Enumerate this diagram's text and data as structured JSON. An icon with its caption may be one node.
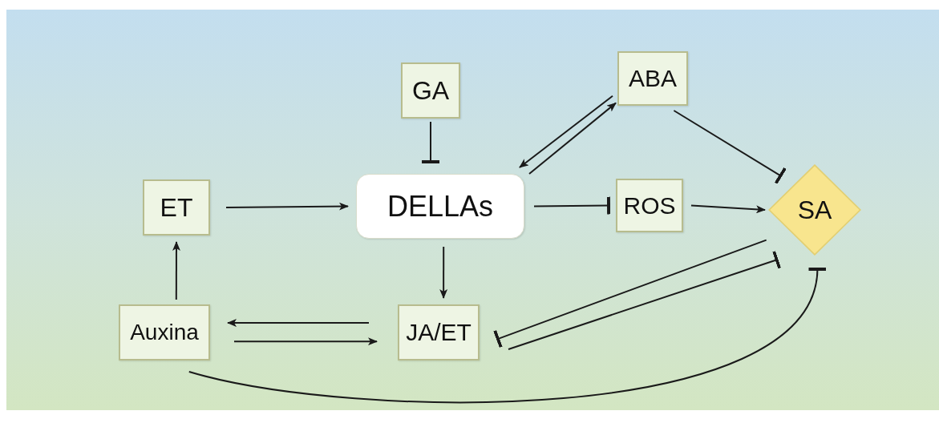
{
  "diagram": {
    "nodes": [
      {
        "text": [
          "GA"
        ]
      },
      {
        "text": [
          "ABA"
        ]
      },
      {
        "text": [
          "ET"
        ]
      },
      {
        "text": [
          "DELLAs"
        ]
      },
      {
        "text": [
          "ROS"
        ]
      },
      {
        "text": [
          "SA"
        ]
      },
      {
        "text": [
          "Auxina"
        ]
      },
      {
        "text": [
          "JA/ET"
        ]
      }
    ],
    "edges": [
      {
        "from": 0,
        "to": 3,
        "arrow": "other"
      },
      {
        "from": 1,
        "to": 3,
        "arrow": "to"
      },
      {
        "from": 3,
        "to": 1,
        "arrow": "to"
      },
      {
        "from": 1,
        "to": 5,
        "arrow": "other"
      },
      {
        "from": 2,
        "to": 3,
        "arrow": "to"
      },
      {
        "from": 3,
        "to": 4,
        "arrow": "other"
      },
      {
        "from": 4,
        "to": 5,
        "arrow": "to"
      },
      {
        "from": 3,
        "to": 7,
        "arrow": "to"
      },
      {
        "from": 6,
        "to": 2,
        "arrow": "to"
      },
      {
        "from": 7,
        "to": 6,
        "arrow": "to"
      },
      {
        "from": 6,
        "to": 7,
        "arrow": "to"
      },
      {
        "from": 5,
        "to": 7,
        "arrow": "other"
      },
      {
        "from": 7,
        "to": 5,
        "arrow": "other"
      },
      {
        "from": 6,
        "to": 5,
        "arrow": "other"
      }
    ]
  }
}
